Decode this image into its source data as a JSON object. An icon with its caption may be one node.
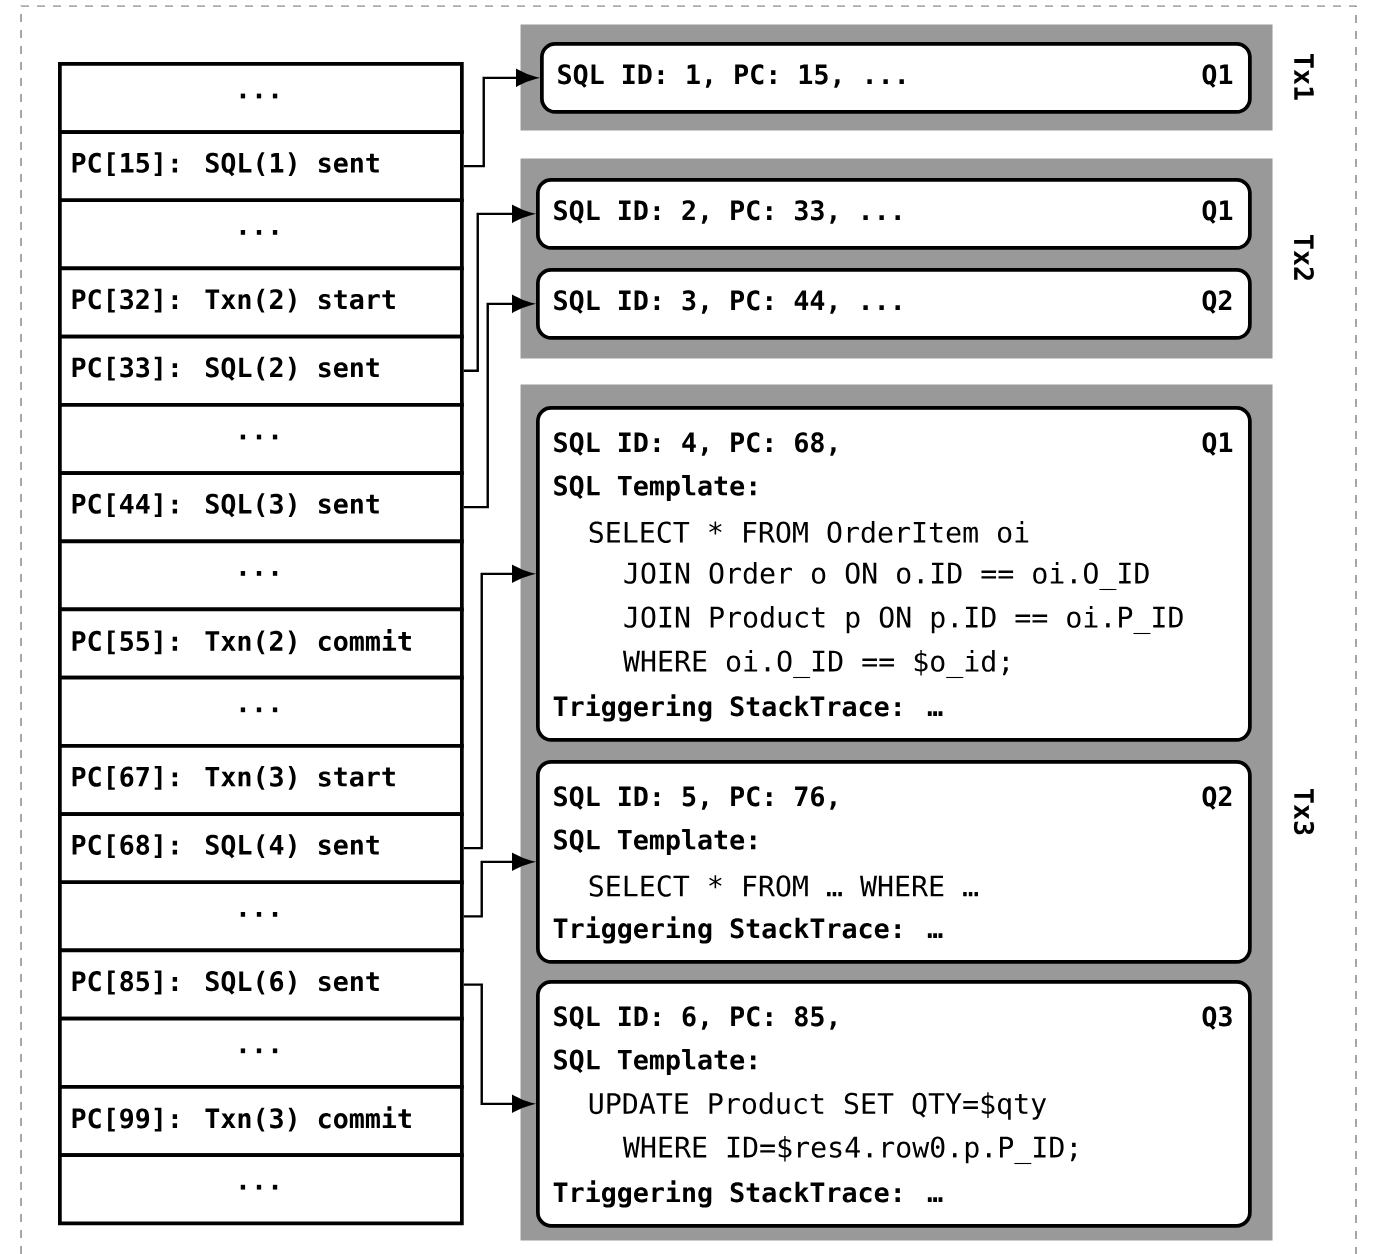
{
  "diagram": {
    "nodes": [
      {
        "text": [
          "..."
        ]
      },
      {
        "text": [
          "PC[15]: SQL(1) sent"
        ]
      },
      {
        "text": [
          "..."
        ]
      },
      {
        "text": [
          "PC[32]: Txn(2) start"
        ]
      },
      {
        "text": [
          "PC[33]: SQL(2) sent"
        ]
      },
      {
        "text": [
          "..."
        ]
      },
      {
        "text": [
          "PC[44]: SQL(3) sent"
        ]
      },
      {
        "text": [
          "..."
        ]
      },
      {
        "text": [
          "PC[55]: Txn(2) commit"
        ]
      },
      {
        "text": [
          "..."
        ]
      },
      {
        "text": [
          "PC[67]: Txn(3) start"
        ]
      },
      {
        "text": [
          "PC[68]: SQL(4) sent"
        ]
      },
      {
        "text": [
          "..."
        ]
      },
      {
        "text": [
          "PC[85]: SQL(6) sent"
        ]
      },
      {
        "text": [
          "..."
        ]
      },
      {
        "text": [
          "PC[99]: Txn(3) commit"
        ]
      },
      {
        "text": [
          "..."
        ]
      },
      {
        "text": [
          "Tx1"
        ]
      },
      {
        "text": [
          "SQL ID: 1, PC: 15, ...",
          "Q1"
        ],
        "in": 17
      },
      {
        "text": [
          "Tx2"
        ]
      },
      {
        "text": [
          "SQL ID: 2, PC: 33, ...",
          "Q1"
        ],
        "in": 19
      },
      {
        "text": [
          "SQL ID: 3, PC: 44, ...",
          "Q2"
        ],
        "in": 19
      },
      {
        "text": [
          "Tx3"
        ]
      },
      {
        "text": [
          "SQL ID: 4, PC: 68,",
          "Q1",
          "SQL Template:",
          "SELECT * FROM OrderItem oi",
          "JOIN Order o ON o.ID == oi.O_ID",
          "JOIN Product p ON p.ID == oi.P_ID",
          "WHERE oi.O_ID == $o_id;",
          "Triggering StackTrace: …"
        ],
        "in": 22
      },
      {
        "text": [
          "SQL ID: 5, PC: 76,",
          "Q2",
          "SQL Template:",
          "SELECT * FROM … WHERE …",
          "Triggering StackTrace: …"
        ],
        "in": 22
      },
      {
        "text": [
          "SQL ID: 6, PC: 85,",
          "Q3",
          "SQL Template:",
          "UPDATE Product SET QTY=$qty",
          "WHERE ID=$res4.row0.p.P_ID;",
          "Triggering StackTrace: …"
        ],
        "in": 22
      }
    ],
    "edges": [
      {
        "from": 1,
        "to": 18,
        "arrow": "to"
      },
      {
        "from": 4,
        "to": 20,
        "arrow": "to"
      },
      {
        "from": 6,
        "to": 21,
        "arrow": "to"
      },
      {
        "from": 11,
        "to": 23,
        "arrow": "to"
      },
      {
        "from": 12,
        "to": 24,
        "arrow": "to"
      },
      {
        "from": 13,
        "to": 25,
        "arrow": "to"
      }
    ]
  }
}
